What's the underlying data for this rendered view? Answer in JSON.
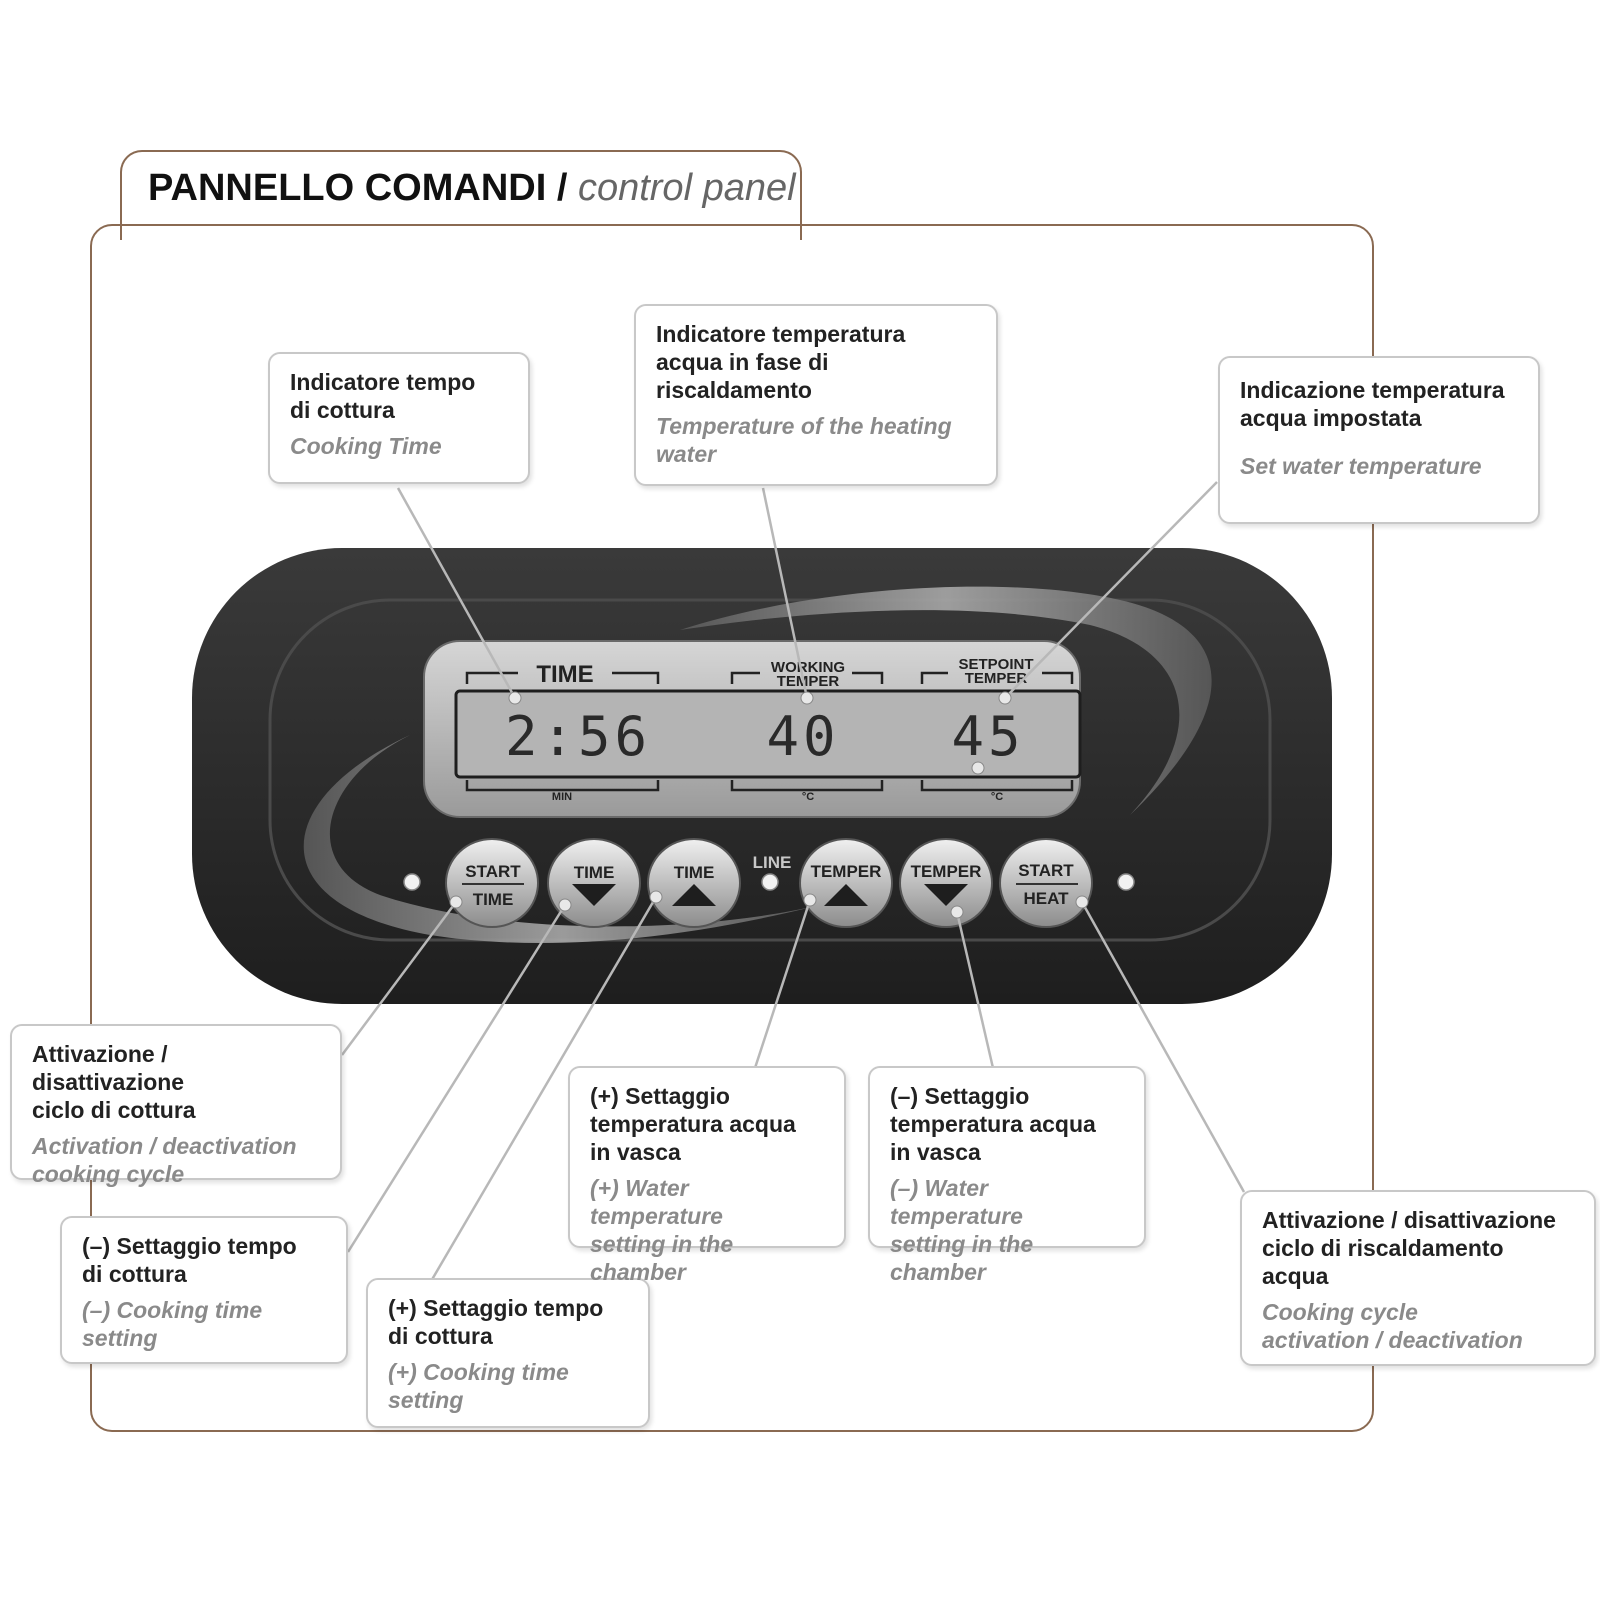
{
  "title": {
    "main": "PANNELLO COMANDI / ",
    "sub": "control panel"
  },
  "display": {
    "time_header": "TIME",
    "working_header_1": "WORKING",
    "working_header_2": "TEMPER",
    "setpoint_header_1": "SETPOINT",
    "setpoint_header_2": "TEMPER",
    "time_value": "2:56",
    "working_value": "40",
    "setpoint_value": "45",
    "time_unit": "MIN",
    "working_unit": "°C",
    "setpoint_unit": "°C"
  },
  "buttons": {
    "start_time_top": "START",
    "start_time_bottom": "TIME",
    "time_down": "TIME",
    "time_up": "TIME",
    "line_label": "LINE",
    "temper_up": "TEMPER",
    "temper_down": "TEMPER",
    "start_heat_top": "START",
    "start_heat_bottom": "HEAT"
  },
  "callouts": {
    "cooking_time": {
      "it": "Indicatore tempo\ndi cottura",
      "en": "Cooking Time"
    },
    "heating_water": {
      "it": "Indicatore temperatura\nacqua in fase di\nriscaldamento",
      "en": "Temperature of the heating\nwater"
    },
    "set_water": {
      "it": "Indicazione temperatura\nacqua impostata",
      "en": "Set water temperature"
    },
    "activation_cycle": {
      "it": "Attivazione / disattivazione\nciclo di cottura",
      "en": "Activation / deactivation\ncooking cycle"
    },
    "time_minus": {
      "it": "(–) Settaggio tempo\ndi cottura",
      "en": "(–) Cooking time setting"
    },
    "time_plus": {
      "it": "(+) Settaggio tempo\ndi cottura",
      "en": "(+) Cooking time\nsetting"
    },
    "temp_plus": {
      "it": "(+) Settaggio\ntemperatura acqua\nin vasca",
      "en": "(+) Water temperature\nsetting in the chamber"
    },
    "temp_minus": {
      "it": "(–) Settaggio\ntemperatura acqua\nin vasca",
      "en": "(–) Water temperature\nsetting in the chamber"
    },
    "heating_cycle": {
      "it": "Attivazione / disattivazione\nciclo di riscaldamento acqua",
      "en": "Cooking cycle\nactivation / deactivation"
    }
  }
}
